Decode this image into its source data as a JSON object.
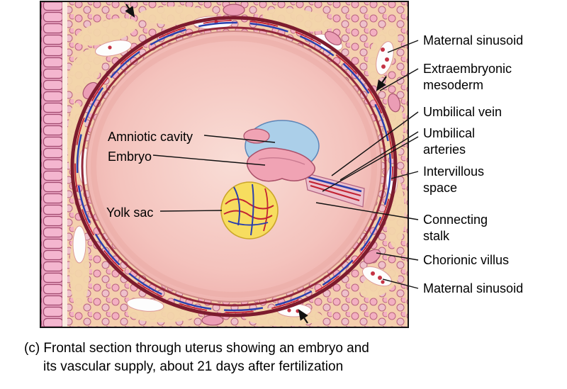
{
  "labels_left": {
    "amniotic_cavity": "Amniotic cavity",
    "embryo": "Embryo",
    "yolk_sac": "Yolk sac"
  },
  "labels_right": {
    "maternal_sinusoid_top": "Maternal sinusoid",
    "extraembryonic_mesoderm": "Extraembryonic mesoderm",
    "umbilical_vein": "Umbilical vein",
    "umbilical_arteries": "Umbilical arteries",
    "intervillous_space": "Intervillous space",
    "connecting_stalk": "Connecting stalk",
    "chorionic_villus": "Chorionic villus",
    "maternal_sinusoid_bottom": "Maternal sinusoid"
  },
  "caption": {
    "line1": "(c) Frontal section through uterus showing an embryo and",
    "line2": "its vascular supply, about 21 days after fertilization"
  },
  "colors": {
    "tissue_tan": "#f3d5ab",
    "cell_pink": "#f3afc2",
    "cavity_pink": "#f3bfba",
    "amnion_blue": "#abcfe9",
    "yolk_yellow": "#f7dd5f",
    "artery_red": "#c22233",
    "vein_blue": "#2a3fae",
    "vessel_maroon": "#7d1b2e",
    "sinusoid_white": "#fdfdfd"
  }
}
